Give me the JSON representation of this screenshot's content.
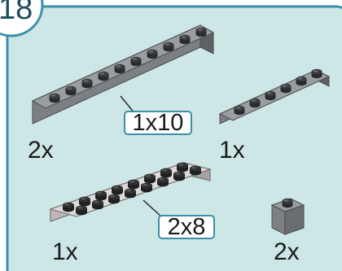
{
  "step": {
    "number": "18"
  },
  "colors": {
    "panel_background": "#cde6e6",
    "panel_border": "#3d8fa7",
    "grey_brick": "#8f9296",
    "light_plate": "#d9d2d2",
    "callout_border": "#3d8fa7"
  },
  "parts": [
    {
      "name": "grey 1x10 brick",
      "quantity": "2x",
      "size_label": "1x10"
    },
    {
      "name": "grey 1x6 plate",
      "quantity": "1x"
    },
    {
      "name": "light grey 2x8 plate",
      "quantity": "1x",
      "size_label": "2x8"
    },
    {
      "name": "grey 1x1 brick",
      "quantity": "2x"
    }
  ]
}
